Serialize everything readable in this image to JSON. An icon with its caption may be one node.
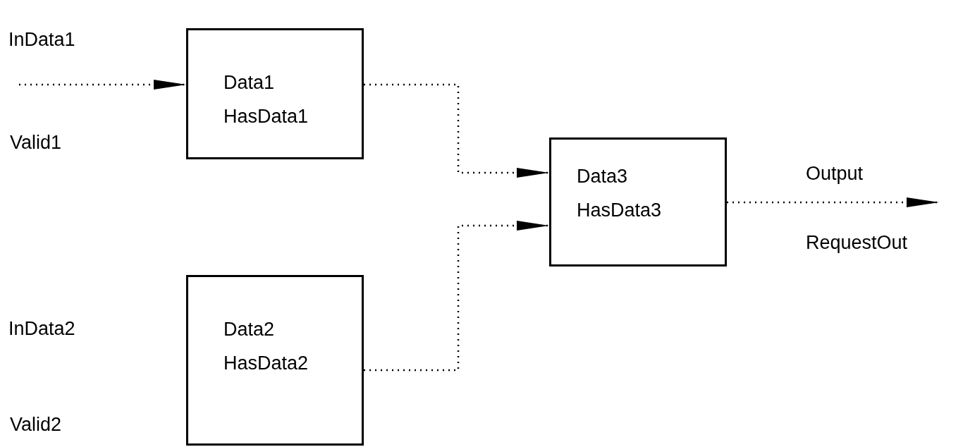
{
  "diagram": {
    "nodes": [
      {
        "text": [
          "Data1",
          "HasData1"
        ]
      },
      {
        "text": [
          "Data2",
          "HasData2"
        ]
      },
      {
        "text": [
          "Data3",
          "HasData3"
        ]
      }
    ],
    "edges": [
      {
        "from": null,
        "to": 0,
        "arrow": "to"
      },
      {
        "from": 0,
        "to": 2,
        "arrow": "to"
      },
      {
        "from": 1,
        "to": 2,
        "arrow": "to"
      },
      {
        "from": 2,
        "to": null,
        "arrow": "to"
      }
    ],
    "labels": [
      "InData1",
      "Valid1",
      "InData2",
      "Valid2",
      "Output",
      "RequestOut"
    ]
  }
}
